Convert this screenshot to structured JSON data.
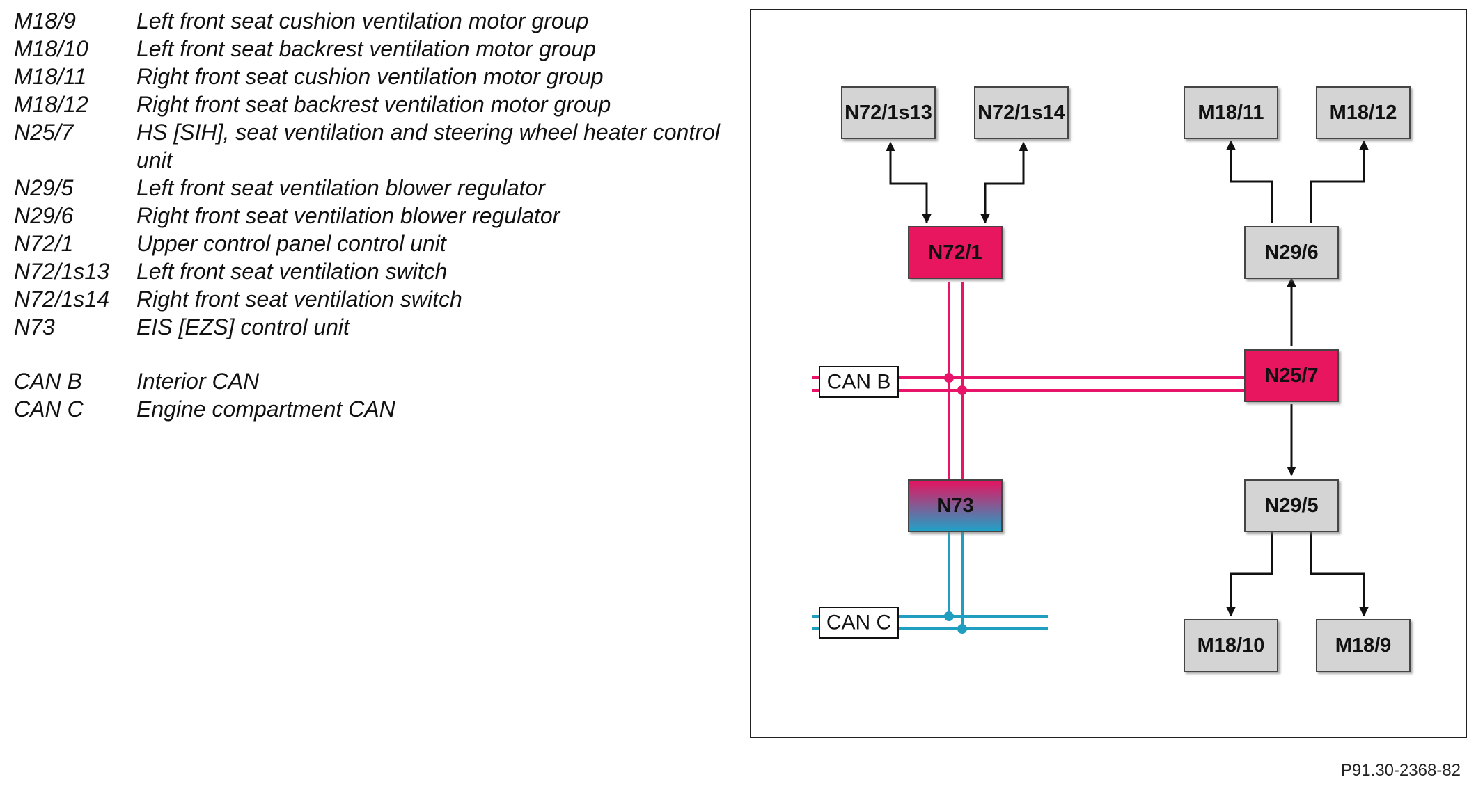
{
  "legend": [
    {
      "code": "M18/9",
      "desc": "Left front seat cushion ventilation motor group"
    },
    {
      "code": "M18/10",
      "desc": "Left front seat backrest ventilation motor group"
    },
    {
      "code": "M18/11",
      "desc": "Right front seat cushion ventilation motor group"
    },
    {
      "code": "M18/12",
      "desc": "Right front seat backrest ventilation motor group"
    },
    {
      "code": "N25/7",
      "desc": "HS [SIH], seat ventilation and steering wheel heater control unit"
    },
    {
      "code": "N29/5",
      "desc": "Left front seat ventilation blower regulator"
    },
    {
      "code": "N29/6",
      "desc": "Right front seat ventilation blower regulator"
    },
    {
      "code": "N72/1",
      "desc": "Upper control panel control unit"
    },
    {
      "code": "N72/1s13",
      "desc": "Left front seat ventilation switch"
    },
    {
      "code": "N72/1s14",
      "desc": "Right front seat ventilation switch"
    },
    {
      "code": "N73",
      "desc": "EIS [EZS] control unit"
    }
  ],
  "bus_legend": [
    {
      "code": "CAN B",
      "desc": "Interior CAN"
    },
    {
      "code": "CAN C",
      "desc": "Engine compartment CAN"
    }
  ],
  "diagram": {
    "nodes": {
      "s13": "N72/1s13",
      "s14": "N72/1s14",
      "m11": "M18/11",
      "m12": "M18/12",
      "n721": "N72/1",
      "n296": "N29/6",
      "n257": "N25/7",
      "n73": "N73",
      "n295": "N29/5",
      "m10": "M18/10",
      "m9": "M18/9"
    },
    "buses": {
      "canb": "CAN B",
      "canc": "CAN C"
    },
    "colors": {
      "can_b": "#e8146a",
      "can_c": "#1f9ec0",
      "module_pink": "#e8125f",
      "module_gray": "#d4d4d4"
    }
  },
  "figure_ref": "P91.30-2368-82"
}
